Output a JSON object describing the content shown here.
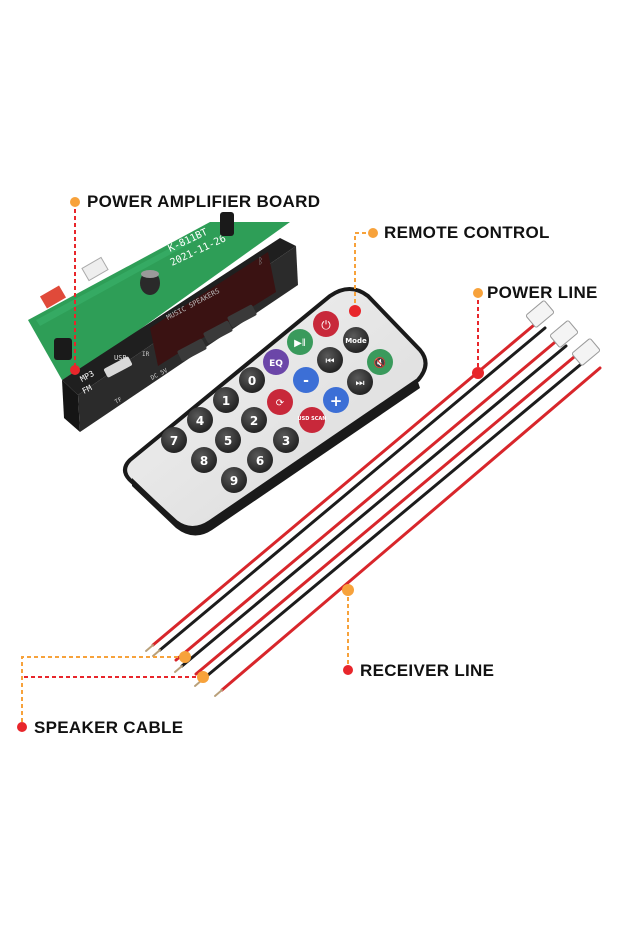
{
  "labels": {
    "power_amplifier_board": "POWER AMPLIFIER BOARD",
    "remote_control": "REMOTE CONTROL",
    "power_line": "POWER LINE",
    "receiver_line": "RECEIVER LINE",
    "speaker_cable": "SPEAKER CABLE"
  },
  "board": {
    "model": "K-811BT",
    "date": "2021-11-26",
    "panel_text": "MUSIC SPEAKERS",
    "mp3": "MP3",
    "fm": "FM",
    "usb": "USB",
    "ir": "IR",
    "dc": "DC 5V",
    "tf": "TF"
  },
  "remote": {
    "keys": [
      "EQ",
      "Mode",
      "0",
      "-",
      "+",
      "1",
      "2",
      "3",
      "4",
      "5",
      "6",
      "7",
      "8",
      "9",
      "USD SCAN"
    ]
  },
  "colors": {
    "dot": "#e8262b",
    "dot_orange": "#f7a23b",
    "line": "#e8262b",
    "pcb": "#2e9e57",
    "key_red": "#c8283a",
    "key_purple": "#6b46a8",
    "key_blue": "#3c6fd6",
    "key_green": "#3a9a5c",
    "key_black": "#2a2a2a"
  }
}
